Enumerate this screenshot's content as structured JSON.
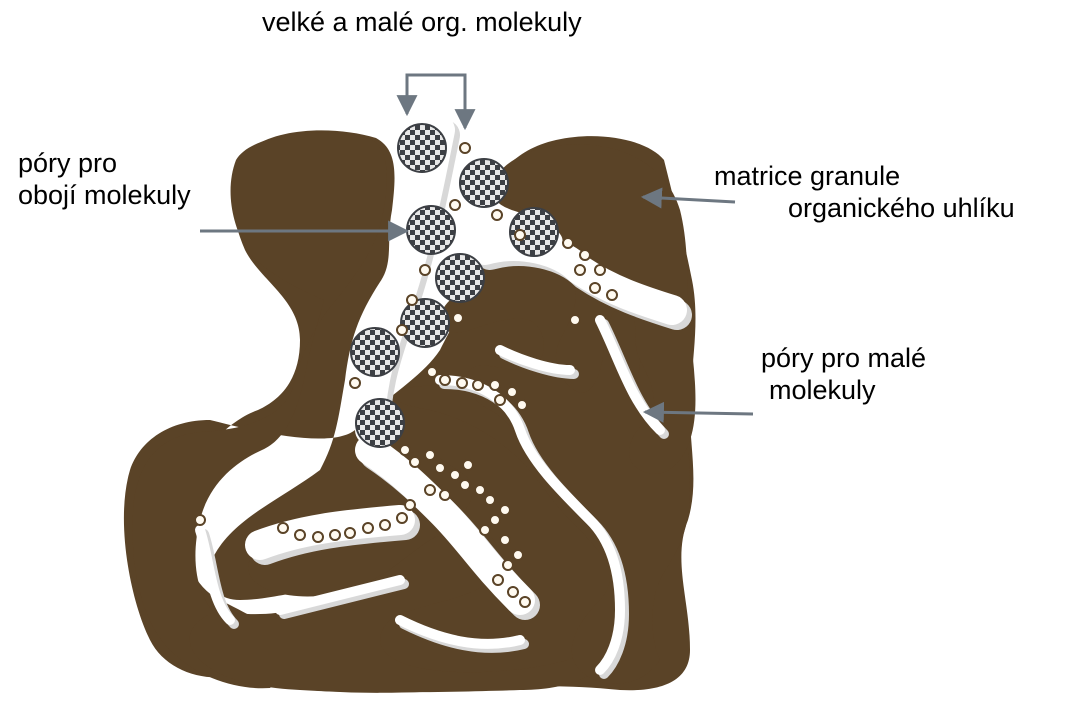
{
  "labels": {
    "top": "velké a malé org. molekuly",
    "both_pores": [
      "póry pro",
      "obojí molekuly"
    ],
    "matrix": [
      "matrice granule",
      "organického uhlíku"
    ],
    "small_pores": [
      "póry pro malé",
      "molekuly"
    ]
  },
  "colors": {
    "matrix": "#5a4327",
    "pore_shadow": "#d8d8d8",
    "pore": "#ffffff",
    "arrow": "#6d7781",
    "large_molecule_dark": "#3c3f44",
    "large_molecule_light": "#e8e8e8",
    "small_molecule_outline": "#5a4327",
    "small_molecule_fill": "#fffaf0"
  },
  "icons": {
    "large_molecule": "checkered-sphere",
    "small_molecule": "small-ring"
  }
}
